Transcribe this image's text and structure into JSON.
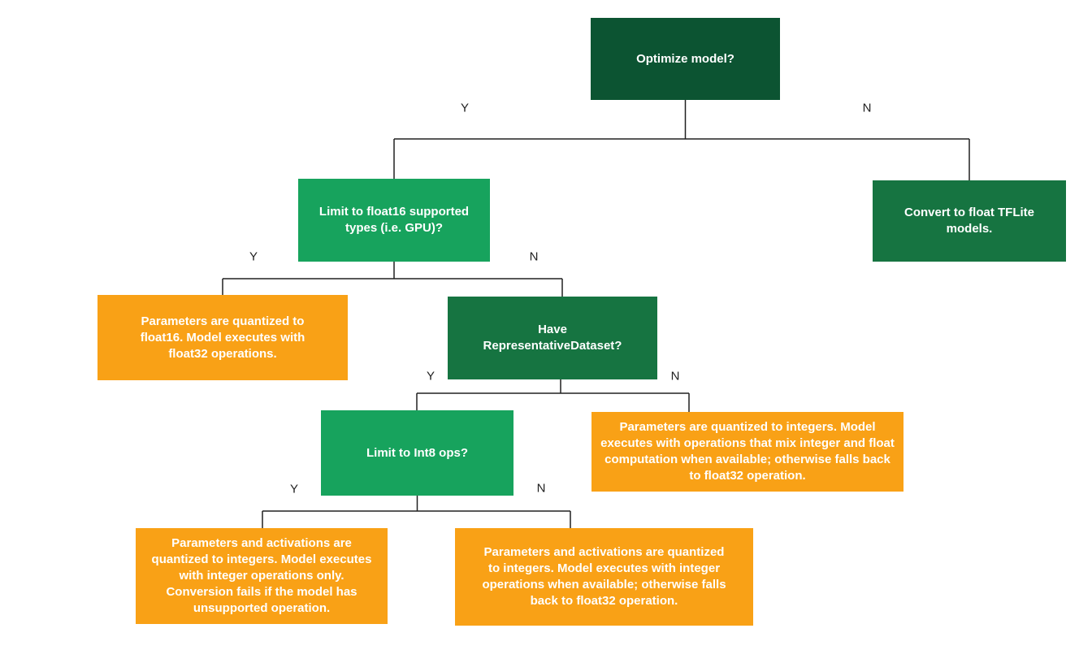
{
  "diagram": {
    "type": "flowchart",
    "subject": "TFLite model optimization / quantization decision tree",
    "colors": {
      "dark_green": "#0c5432",
      "mid_green": "#167441",
      "bright_green": "#17a35d",
      "orange": "#f9a116",
      "text": "#ffffff",
      "line": "#212121",
      "background": "#ffffff"
    },
    "nodes": [
      {
        "id": "optimize",
        "label": "Optimize model?"
      },
      {
        "id": "limit_float16",
        "label": "Limit to float16 supported types (i.e. GPU)?"
      },
      {
        "id": "convert_float",
        "label": "Convert to float TFLite models."
      },
      {
        "id": "float16_result",
        "label": "Parameters are quantized to float16. Model executes with float32 operations."
      },
      {
        "id": "have_representative_dataset",
        "label": "Have RepresentativeDataset?"
      },
      {
        "id": "limit_int8",
        "label": "Limit to Int8 ops?"
      },
      {
        "id": "mixed_integer_result",
        "label": "Parameters are quantized to integers. Model executes with operations that mix integer and float computation when available; otherwise falls back to float32 operation."
      },
      {
        "id": "integer_only_result",
        "label": "Parameters and activations are quantized to integers. Model executes with integer operations only. Conversion fails if the model has unsupported operation."
      },
      {
        "id": "integer_fallback_result",
        "label": "Parameters and activations are quantized to integers. Model executes with integer operations when available; otherwise falls back to float32 operation."
      }
    ],
    "edge_labels": [
      {
        "from": "optimize",
        "answer": "Y"
      },
      {
        "from": "optimize",
        "answer": "N"
      },
      {
        "from": "limit_float16",
        "answer": "Y"
      },
      {
        "from": "limit_float16",
        "answer": "N"
      },
      {
        "from": "have_representative_dataset",
        "answer": "Y"
      },
      {
        "from": "have_representative_dataset",
        "answer": "N"
      },
      {
        "from": "limit_int8",
        "answer": "Y"
      },
      {
        "from": "limit_int8",
        "answer": "N"
      }
    ]
  }
}
